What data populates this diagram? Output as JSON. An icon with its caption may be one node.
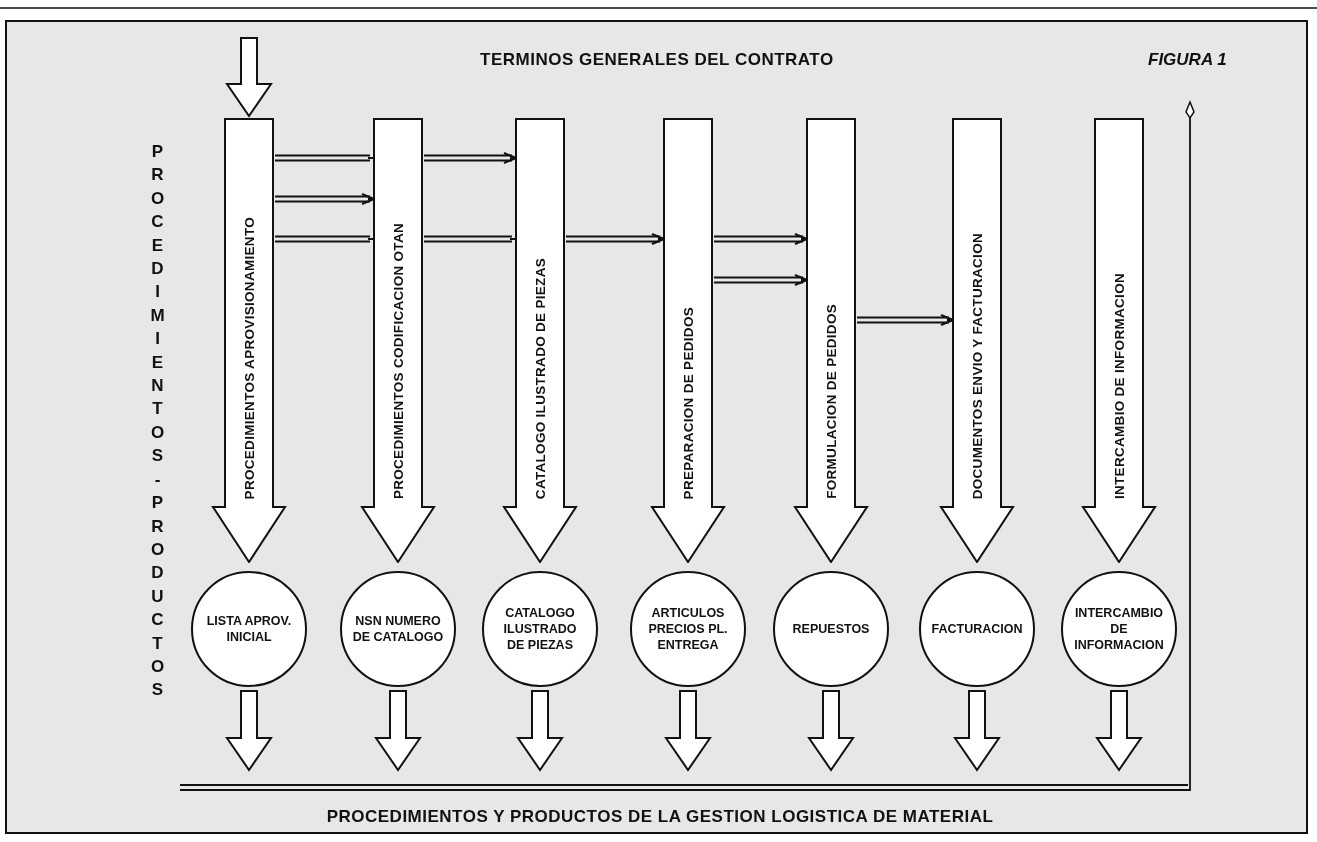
{
  "diagram": {
    "title": "TERMINOS GENERALES DEL CONTRATO",
    "caption": "PROCEDIMIENTOS Y PRODUCTOS DE LA GESTION LOGISTICA DE MATERIAL",
    "nodes": [
      {
        "text": [
          "PROCEDIMIENTOS APROVISIONAMIENTO"
        ]
      },
      {
        "text": [
          "PROCEDIMIENTOS CODIFICACION OTAN"
        ]
      },
      {
        "text": [
          "CATALOGO ILUSTRADO DE PIEZAS"
        ]
      },
      {
        "text": [
          "PREPARACION DE PEDIDOS"
        ]
      },
      {
        "text": [
          "FORMULACION DE PEDIDOS"
        ]
      },
      {
        "text": [
          "DOCUMENTOS ENVIO Y FACTURACION"
        ]
      },
      {
        "text": [
          "INTERCAMBIO DE INFORMACION"
        ]
      },
      {
        "text": [
          "LISTA APROV. INICIAL"
        ]
      },
      {
        "text": [
          "NSN NUMERO DE CATALOGO"
        ]
      },
      {
        "text": [
          "CATALOGO ILUSTRADO DE PIEZAS"
        ]
      },
      {
        "text": [
          "ARTICULOS PRECIOS PL. ENTREGA"
        ]
      },
      {
        "text": [
          "REPUESTOS"
        ]
      },
      {
        "text": [
          "FACTURACION"
        ]
      },
      {
        "text": [
          "INTERCAMBIO DE INFORMACION"
        ]
      }
    ],
    "edges": [
      {
        "from": null,
        "to": 0,
        "arrow": "to",
        "style": "thick"
      },
      {
        "from": 0,
        "to": 1,
        "arrow": "none"
      },
      {
        "from": 1,
        "to": 2,
        "arrow": "to"
      },
      {
        "from": 0,
        "to": 1,
        "arrow": "to"
      },
      {
        "from": 0,
        "to": 1,
        "arrow": "none"
      },
      {
        "from": 1,
        "to": 2,
        "arrow": "none"
      },
      {
        "from": 2,
        "to": 3,
        "arrow": "to"
      },
      {
        "from": 3,
        "to": 4,
        "arrow": "to"
      },
      {
        "from": 3,
        "to": 4,
        "arrow": "to"
      },
      {
        "from": 4,
        "to": 5,
        "arrow": "to"
      },
      {
        "from": 7,
        "to": null,
        "arrow": "to",
        "style": "thick"
      },
      {
        "from": 8,
        "to": null,
        "arrow": "to",
        "style": "thick"
      },
      {
        "from": 9,
        "to": null,
        "arrow": "to",
        "style": "thick"
      },
      {
        "from": 10,
        "to": null,
        "arrow": "to",
        "style": "thick"
      },
      {
        "from": 11,
        "to": null,
        "arrow": "to",
        "style": "thick"
      },
      {
        "from": 12,
        "to": null,
        "arrow": "to",
        "style": "thick"
      },
      {
        "from": 13,
        "to": null,
        "arrow": "to",
        "style": "thick"
      }
    ],
    "labels": [
      "FIGURA 1",
      "PROCEDIMIENTOS - PRODUCTOS"
    ]
  }
}
